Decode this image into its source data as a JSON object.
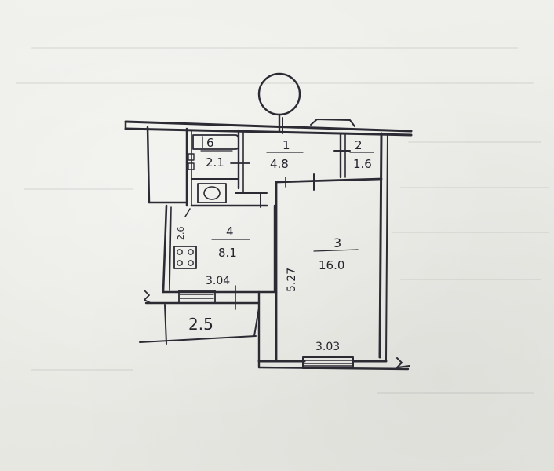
{
  "rooms": [
    {
      "number": "1",
      "area": "4.8"
    },
    {
      "number": "2",
      "area": "1.6"
    },
    {
      "number": "3",
      "area": "16.0"
    },
    {
      "number": "4",
      "area": "8.1"
    },
    {
      "number": "6",
      "area": "2.1"
    }
  ],
  "balcony": {
    "area": "2.5"
  },
  "dimensions": {
    "room3_height": "5.27",
    "room3_width": "3.03",
    "room4_width": "3.04",
    "room4_side": "2.6"
  }
}
